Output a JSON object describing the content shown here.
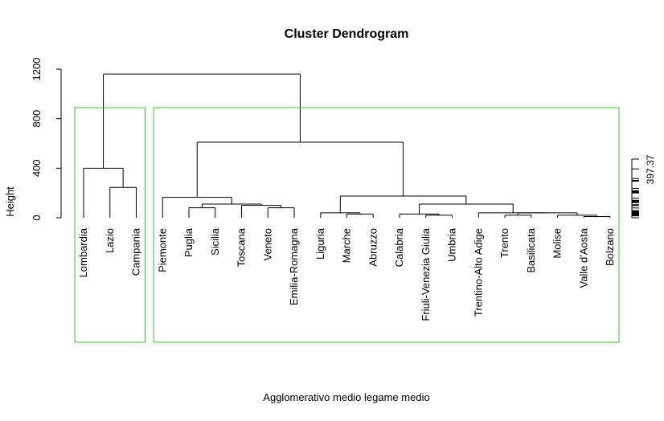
{
  "chart_data": {
    "type": "dendrogram",
    "title": "Cluster Dendrogram",
    "xlabel": "Agglomerativo medio legame medio",
    "ylabel": "Height",
    "ylim": [
      0,
      1200
    ],
    "yticks": [
      0,
      400,
      800,
      1200
    ],
    "leaves": [
      "Lombardia",
      "Lazio",
      "Campania",
      "Piemonte",
      "Puglia",
      "Sicilia",
      "Toscana",
      "Veneto",
      "Emilia-Romagna",
      "Liguria",
      "Marche",
      "Abruzzo",
      "Calabria",
      "Friuli-Venezia Giulia",
      "Umbria",
      "Trentino-Alto Adige",
      "Trento",
      "Basilicata",
      "Molise",
      "Valle d'Aosta",
      "Bolzano"
    ],
    "merges": [
      {
        "left": 20,
        "right": 21,
        "height": 10
      },
      {
        "left": 19,
        "right": 20,
        "height": 20
      },
      {
        "left": 17,
        "right": 18,
        "height": 20
      },
      {
        "left": 14,
        "right": 15,
        "height": 20
      },
      {
        "left": 11,
        "right": 12,
        "height": 30
      },
      {
        "left": 13,
        "right": 14,
        "height": 30
      },
      {
        "left": 18,
        "right": 19,
        "height": 40
      },
      {
        "left": 16,
        "right": 17,
        "height": 40
      },
      {
        "left": 10,
        "right": 11,
        "height": 40
      },
      {
        "left": 8,
        "right": 9,
        "height": 80
      },
      {
        "left": 5,
        "right": 6,
        "height": 80
      },
      {
        "left": 7,
        "right": 8,
        "height": 100
      },
      {
        "left": 6,
        "right": 7,
        "height": 110
      },
      {
        "left": 13,
        "right": 16,
        "height": 110
      },
      {
        "left": 4,
        "right": 6,
        "height": 165
      },
      {
        "left": 10,
        "right": 13,
        "height": 175
      },
      {
        "left": 2,
        "right": 3,
        "height": 245
      },
      {
        "left": 1,
        "right": 2,
        "height": 400
      },
      {
        "left": 4,
        "right": 10,
        "height": 610
      },
      {
        "left": 1,
        "right": 4,
        "height": 1160
      }
    ],
    "cut_height": 397.37,
    "cut_label": "397.37",
    "clusters": [
      {
        "first": 1,
        "last": 3
      },
      {
        "first": 4,
        "last": 21
      }
    ],
    "colors": {
      "tree": "#000000",
      "cluster_box": "#33cc33"
    }
  }
}
